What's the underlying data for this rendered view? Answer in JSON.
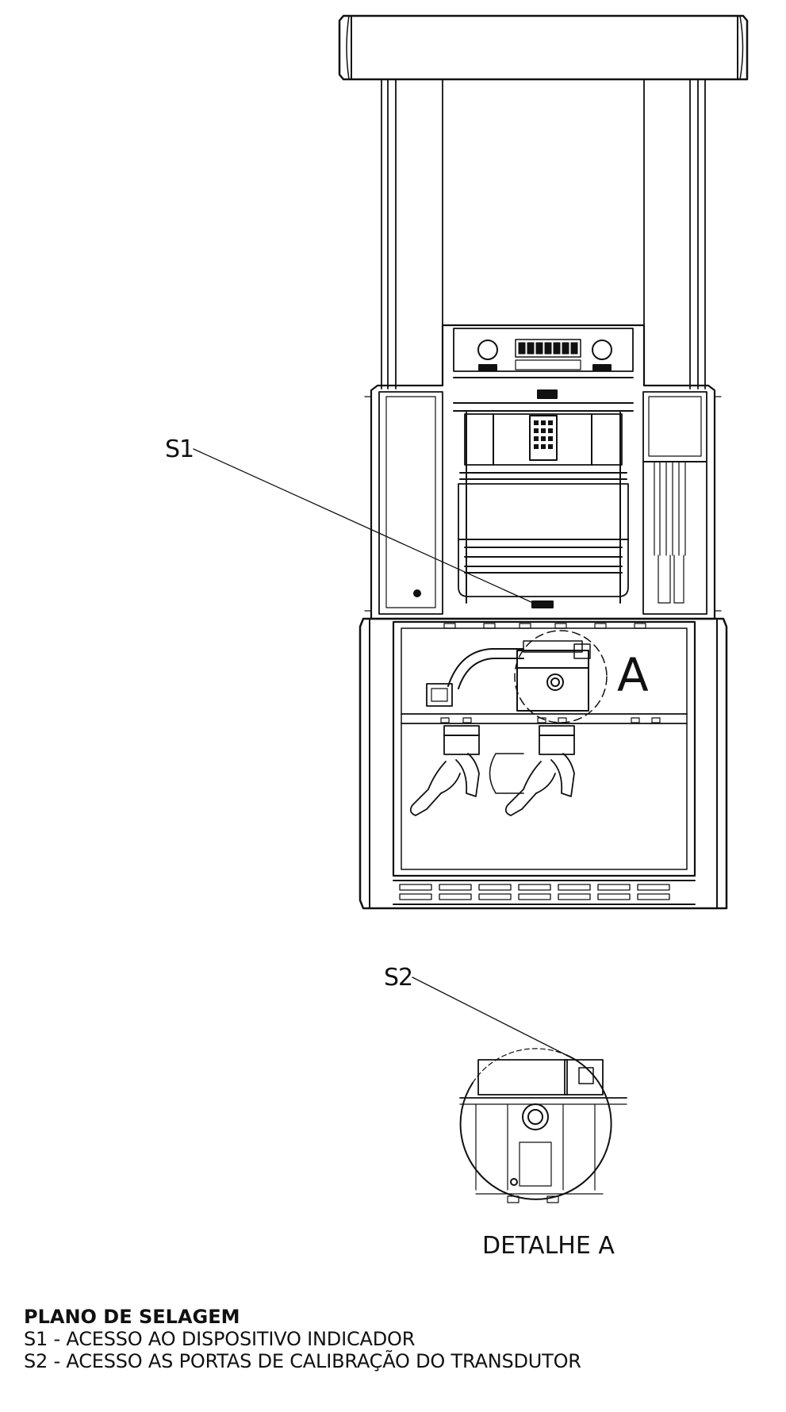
{
  "callouts": {
    "s1": "S1",
    "s2": "S2",
    "detail_marker": "A",
    "detail_caption": "DETALHE A"
  },
  "legend": {
    "title": "PLANO DE SELAGEM",
    "items": [
      "S1 - ACESSO AO DISPOSITIVO INDICADOR",
      "S2 - ACESSO AS PORTAS DE CALIBRAÇÃO DO TRANSDUTOR"
    ]
  }
}
